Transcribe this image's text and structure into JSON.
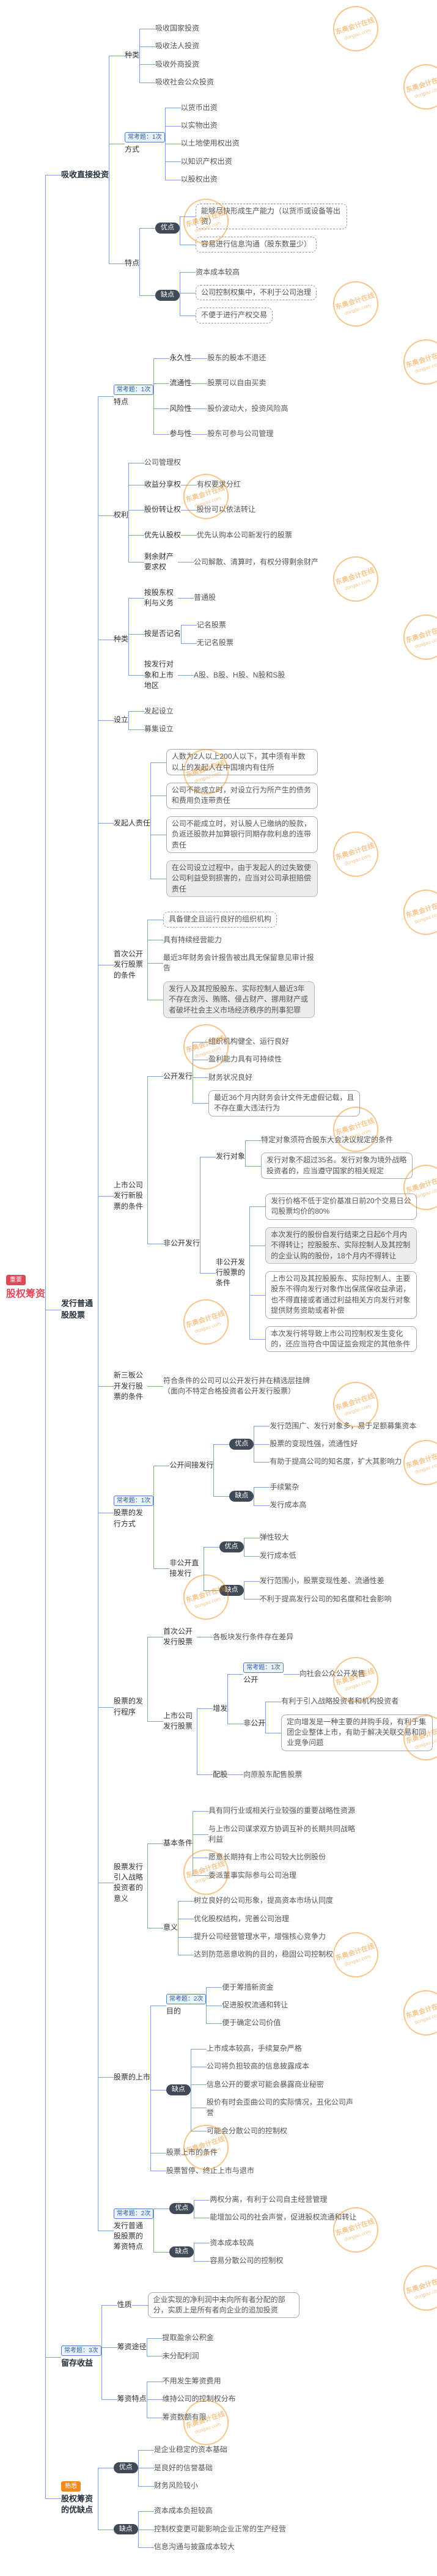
{
  "colors": {
    "line": "#7aa3d4",
    "root_text": "#e0485a",
    "tag_important_bg": "#e0485a",
    "tag_familiar_bg": "#f08c1f",
    "badge_border": "#4e7fbe",
    "badge_text": "#2f5e9e",
    "badge_bg": "#eaf2fb",
    "chip_bg": "#3f4a56",
    "watermark": "#f08300"
  },
  "watermark": {
    "line1": "东奥会计在线",
    "line2": "dongao.com"
  },
  "map": {
    "label": "股权筹资",
    "tag": "重要",
    "children": [
      {
        "label": "吸收直接投资",
        "children": [
          {
            "label": "种类",
            "children": [
              {
                "label": "吸收国家投资"
              },
              {
                "label": "吸收法人投资"
              },
              {
                "label": "吸收外商投资"
              },
              {
                "label": "吸收社会公众投资"
              }
            ]
          },
          {
            "label": "方式",
            "badge": "常考题：1次",
            "children": [
              {
                "label": "以货币出资"
              },
              {
                "label": "以实物出资"
              },
              {
                "label": "以土地使用权出资"
              },
              {
                "label": "以知识产权出资"
              },
              {
                "label": "以股权出资"
              }
            ]
          },
          {
            "label": "特点",
            "children": [
              {
                "label": "优点",
                "children": [
                  {
                    "label": "能够尽快形成生产能力（以货币或设备等出资）",
                    "box": "dashed"
                  },
                  {
                    "label": "容易进行信息沟通（股东数量少）",
                    "box": "dashed"
                  }
                ]
              },
              {
                "label": "缺点",
                "children": [
                  {
                    "label": "资本成本较高"
                  },
                  {
                    "label": "公司控制权集中，不利于公司治理",
                    "box": "dashed"
                  },
                  {
                    "label": "不便于进行产权交易",
                    "box": "dashed"
                  }
                ]
              }
            ]
          }
        ]
      },
      {
        "label": "发行普通股股票",
        "children": [
          {
            "label": "特点",
            "badge": "常考题：1次",
            "children": [
              {
                "label": "永久性",
                "children": [
                  {
                    "label": "股东的股本不退还"
                  }
                ]
              },
              {
                "label": "流通性",
                "children": [
                  {
                    "label": "股票可以自由买卖"
                  }
                ]
              },
              {
                "label": "风险性",
                "children": [
                  {
                    "label": "股价波动大，投资风险高"
                  }
                ]
              },
              {
                "label": "参与性",
                "children": [
                  {
                    "label": "股东可参与公司管理"
                  }
                ]
              }
            ]
          },
          {
            "label": "权利",
            "children": [
              {
                "label": "公司管理权"
              },
              {
                "label": "收益分享权",
                "children": [
                  {
                    "label": "有权要求分红"
                  }
                ]
              },
              {
                "label": "股份转让权",
                "children": [
                  {
                    "label": "股份可以依法转让"
                  }
                ]
              },
              {
                "label": "优先认股权",
                "children": [
                  {
                    "label": "优先认购本公司新发行的股票"
                  }
                ]
              },
              {
                "label": "剩余财产要求权",
                "children": [
                  {
                    "label": "公司解散、清算时，有权分得剩余财产"
                  }
                ]
              }
            ]
          },
          {
            "label": "种类",
            "children": [
              {
                "label": "按股东权利与义务",
                "children": [
                  {
                    "label": "普通股"
                  }
                ]
              },
              {
                "label": "按是否记名",
                "children": [
                  {
                    "label": "记名股票"
                  },
                  {
                    "label": "无记名股票"
                  }
                ]
              },
              {
                "label": "按发行对象和上市地区",
                "children": [
                  {
                    "label": "A股、B股、H股、N股和S股"
                  }
                ]
              }
            ]
          },
          {
            "label": "设立",
            "children": [
              {
                "label": "发起设立"
              },
              {
                "label": "募集设立"
              }
            ]
          },
          {
            "label": "发起人责任",
            "children": [
              {
                "label": "人数为2人以上200人以下，其中须有半数以上的发起人在中国境内有住所",
                "box": "solid"
              },
              {
                "label": "公司不能成立时，对设立行为所产生的债务和费用负连带责任",
                "box": "solid"
              },
              {
                "label": "公司不能成立时，对认股人已缴纳的股款，负返还股款并加算银行同期存款利息的连带责任",
                "box": "solid"
              },
              {
                "label": "在公司设立过程中，由于发起人的过失致使公司利益受到损害的，应当对公司承担赔偿责任",
                "box": "shaded"
              }
            ]
          },
          {
            "label": "首次公开发行股票的条件",
            "children": [
              {
                "label": "具备健全且运行良好的组织机构",
                "box": "dashed"
              },
              {
                "label": "具有持续经营能力"
              },
              {
                "label": "最近3年财务会计报告被出具无保留意见审计报告"
              },
              {
                "label": "发行人及其控股股东、实际控制人最近3年不存在贪污、贿赂、侵占财产、挪用财产或者破坏社会主义市场经济秩序的刑事犯罪",
                "box": "shaded"
              }
            ]
          },
          {
            "label": "上市公司发行新股票的条件",
            "children": [
              {
                "label": "公开发行",
                "children": [
                  {
                    "label": "组织机构健全、运行良好"
                  },
                  {
                    "label": "盈利能力具有可持续性"
                  },
                  {
                    "label": "财务状况良好"
                  },
                  {
                    "label": "最近36个月内财务会计文件无虚假记载，且不存在重大违法行为",
                    "box": "solid"
                  }
                ]
              },
              {
                "label": "非公开发行",
                "children": [
                  {
                    "label": "发行对象",
                    "children": [
                      {
                        "label": "特定对象须符合股东大会决议规定的条件"
                      },
                      {
                        "label": "发行对象不超过35名。发行对象为境外战略投资者的，应当遵守国家的相关规定",
                        "box": "solid"
                      }
                    ]
                  },
                  {
                    "label": "非公开发行股票的条件",
                    "children": [
                      {
                        "label": "发行价格不低于定价基准日前20个交易日公司股票均价的80%",
                        "box": "solid"
                      },
                      {
                        "label": "本次发行的股份自发行结束之日起6个月内不得转让；控股股东、实际控制人及其控制的企业认购的股份，18个月内不得转让",
                        "box": "shaded"
                      },
                      {
                        "label": "上市公司及其控股股东、实际控制人、主要股东不得向发行对象作出保底保收益承诺，也不得直接或者通过利益相关方向发行对象提供财务资助或者补偿",
                        "box": "solid"
                      },
                      {
                        "label": "本次发行将导致上市公司控制权发生变化的，还应当符合中国证监会规定的其他条件",
                        "box": "solid"
                      }
                    ]
                  }
                ]
              }
            ]
          },
          {
            "label": "新三板公开发行股票的条件",
            "children": [
              {
                "label": "符合条件的公司可以公开发行并在精选层挂牌（面向不特定合格投资者公开发行股票）"
              }
            ]
          },
          {
            "label": "股票的发行方式",
            "badge": "常考题：1次",
            "children": [
              {
                "label": "公开间接发行",
                "children": [
                  {
                    "label": "优点",
                    "children": [
                      {
                        "label": "发行范围广、发行对象多，易于足额募集资本"
                      },
                      {
                        "label": "股票的变现性强，流通性好"
                      },
                      {
                        "label": "有助于提高公司的知名度，扩大其影响力"
                      }
                    ]
                  },
                  {
                    "label": "缺点",
                    "children": [
                      {
                        "label": "手续繁杂"
                      },
                      {
                        "label": "发行成本高"
                      }
                    ]
                  }
                ]
              },
              {
                "label": "非公开直接发行",
                "children": [
                  {
                    "label": "优点",
                    "children": [
                      {
                        "label": "弹性较大"
                      },
                      {
                        "label": "发行成本低"
                      }
                    ]
                  },
                  {
                    "label": "缺点",
                    "children": [
                      {
                        "label": "发行范围小，股票变现性差、流通性差"
                      },
                      {
                        "label": "不利于提高发行公司的知名度和社会影响"
                      }
                    ]
                  }
                ]
              }
            ]
          },
          {
            "label": "股票的发行程序",
            "children": [
              {
                "label": "首次公开发行股票",
                "children": [
                  {
                    "label": "各板块发行条件存在差异"
                  }
                ]
              },
              {
                "label": "上市公司发行股票",
                "children": [
                  {
                    "label": "增发",
                    "children": [
                      {
                        "label": "公开",
                        "badge": "常考题：1次",
                        "children": [
                          {
                            "label": "向社会公众公开发售"
                          }
                        ]
                      },
                      {
                        "label": "非公开",
                        "children": [
                          {
                            "label": "有利于引入战略投资者和机构投资者"
                          },
                          {
                            "label": "定向增发是一种主要的并购手段，有利于集团企业整体上市，有助于解决关联交易和同业竞争问题",
                            "box": "solid"
                          }
                        ]
                      }
                    ]
                  },
                  {
                    "label": "配股",
                    "children": [
                      {
                        "label": "向原股东配售股票"
                      }
                    ]
                  }
                ]
              }
            ]
          },
          {
            "label": "股票发行引入战略投资者的意义",
            "children": [
              {
                "label": "基本条件",
                "children": [
                  {
                    "label": "具有同行业或相关行业较强的重要战略性资源"
                  },
                  {
                    "label": "与上市公司谋求双方协调互补的长期共同战略利益"
                  },
                  {
                    "label": "愿意长期持有上市公司较大比例股份"
                  },
                  {
                    "label": "委派董事实际参与公司治理"
                  }
                ]
              },
              {
                "label": "意义",
                "children": [
                  {
                    "label": "树立良好的公司形象，提高资本市场认同度"
                  },
                  {
                    "label": "优化股权结构，完善公司治理"
                  },
                  {
                    "label": "提升公司经营管理水平，增强核心竞争力"
                  },
                  {
                    "label": "达到防范恶意收购的目的，稳固公司控制权"
                  }
                ]
              }
            ]
          },
          {
            "label": "股票的上市",
            "children": [
              {
                "label": "目的",
                "badge": "常考题：2次",
                "children": [
                  {
                    "label": "便于筹措新资金"
                  },
                  {
                    "label": "促进股权流通和转让"
                  },
                  {
                    "label": "便于确定公司价值"
                  }
                ]
              },
              {
                "label": "缺点",
                "children": [
                  {
                    "label": "上市成本较高，手续复杂严格"
                  },
                  {
                    "label": "公司将负担较高的信息披露成本"
                  },
                  {
                    "label": "信息公开的要求可能会暴露商业秘密"
                  },
                  {
                    "label": "股价有时会歪曲公司的实际情况，丑化公司声誉"
                  },
                  {
                    "label": "可能会分散公司的控制权"
                  }
                ]
              },
              {
                "label": "股票上市的条件"
              },
              {
                "label": "股票暂停、终止上市与退市"
              }
            ]
          },
          {
            "label": "发行普通股股票的筹资特点",
            "badge": "常考题：2次",
            "children": [
              {
                "label": "优点",
                "children": [
                  {
                    "label": "两权分离，有利于公司自主经营管理"
                  },
                  {
                    "label": "能增加公司的社会声誉，促进股权流通和转让"
                  }
                ]
              },
              {
                "label": "缺点",
                "children": [
                  {
                    "label": "资本成本较高"
                  },
                  {
                    "label": "容易分散公司的控制权"
                  }
                ]
              }
            ]
          }
        ]
      },
      {
        "label": "留存收益",
        "badge": "常考题：3次",
        "children": [
          {
            "label": "性质",
            "children": [
              {
                "label": "企业实现的净利润中未向所有者分配的部分，实质上是所有者向企业的追加投资",
                "box": "solid"
              }
            ]
          },
          {
            "label": "筹资途径",
            "children": [
              {
                "label": "提取盈余公积金"
              },
              {
                "label": "未分配利润"
              }
            ]
          },
          {
            "label": "筹资特点",
            "children": [
              {
                "label": "不用发生筹资费用"
              },
              {
                "label": "维持公司的控制权分布"
              },
              {
                "label": "筹资数额有限"
              }
            ]
          }
        ]
      },
      {
        "label": "股权筹资的优缺点",
        "tag": "熟悉",
        "tag_style": "orange",
        "children": [
          {
            "label": "优点",
            "children": [
              {
                "label": "是企业稳定的资本基础"
              },
              {
                "label": "是良好的信誉基础"
              },
              {
                "label": "财务风险较小"
              }
            ]
          },
          {
            "label": "缺点",
            "children": [
              {
                "label": "资本成本负担较高"
              },
              {
                "label": "控制权变更可能影响企业正常的生产经营"
              },
              {
                "label": "信息沟通与披露成本较大"
              }
            ]
          }
        ]
      }
    ]
  }
}
